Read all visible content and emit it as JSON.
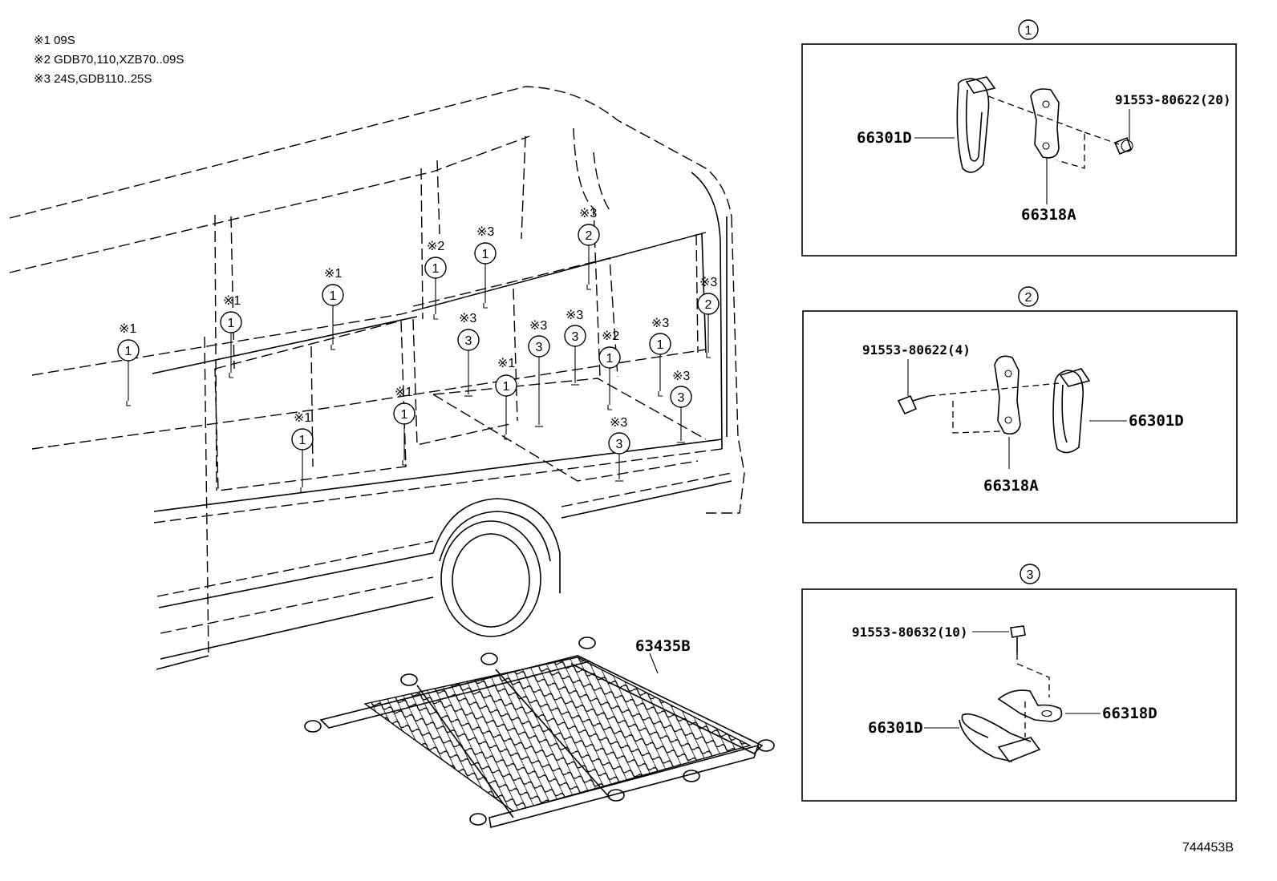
{
  "notes": [
    "※1 09S",
    "※2 GDB70,110,XZB70..09S",
    "※3 24S,GDB110..25S"
  ],
  "panels": [
    {
      "num": "1",
      "labels": {
        "hook": "66301D",
        "bracket": "66318A",
        "bolt": "91553-80622(20)"
      }
    },
    {
      "num": "2",
      "labels": {
        "hook": "66301D",
        "bracket": "66318A",
        "bolt": "91553-80622(4)"
      }
    },
    {
      "num": "3",
      "labels": {
        "hook": "66301D",
        "bracket": "66318D",
        "bolt": "91553-80632(10)"
      }
    }
  ],
  "net_label": "63435B",
  "diagram_id": "744453B",
  "callouts": [
    {
      "mark": "※1",
      "num": "1"
    },
    {
      "mark": "※1",
      "num": "1"
    },
    {
      "mark": "※1",
      "num": "1"
    },
    {
      "mark": "※2",
      "num": "1"
    },
    {
      "mark": "※3",
      "num": "1"
    },
    {
      "mark": "※3",
      "num": "2"
    },
    {
      "mark": "※3",
      "num": "2"
    },
    {
      "mark": "※3",
      "num": "3"
    },
    {
      "mark": "※3",
      "num": "3"
    },
    {
      "mark": "※3",
      "num": "3"
    },
    {
      "mark": "※2",
      "num": "1"
    },
    {
      "mark": "※3",
      "num": "1"
    },
    {
      "mark": "※3",
      "num": "3"
    },
    {
      "mark": "※1",
      "num": "1"
    },
    {
      "mark": "※1",
      "num": "1"
    },
    {
      "mark": "※1",
      "num": "1"
    },
    {
      "mark": "※3",
      "num": "3"
    }
  ]
}
